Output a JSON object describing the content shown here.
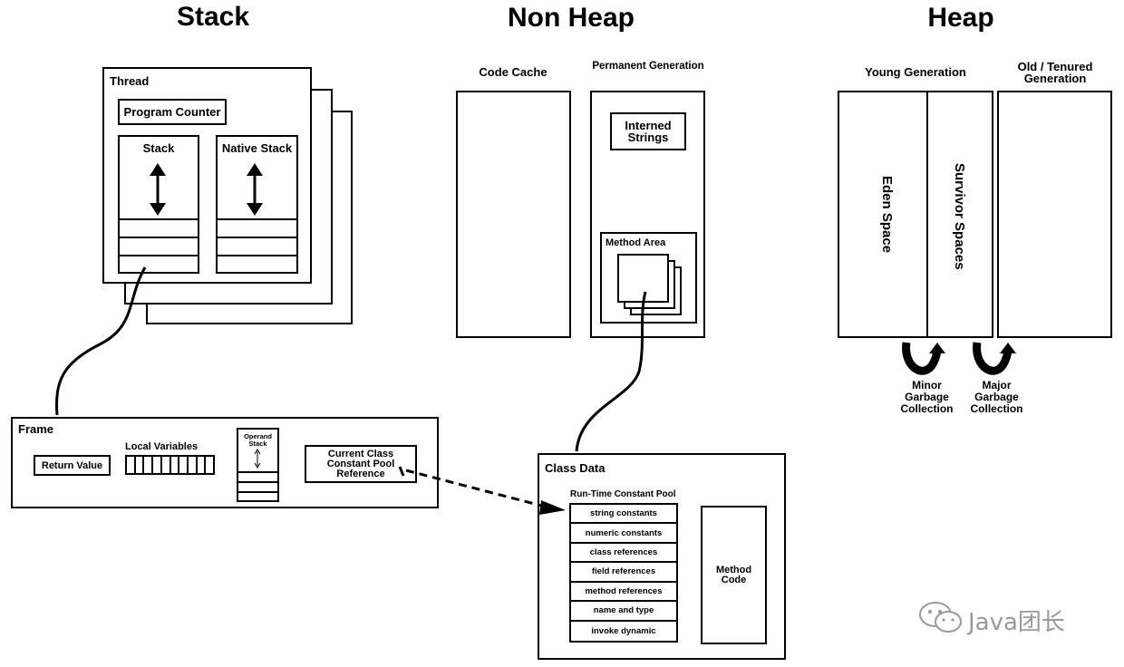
{
  "headings": {
    "stack": "Stack",
    "non_heap": "Non Heap",
    "heap": "Heap"
  },
  "thread": {
    "label": "Thread",
    "program_counter": "Program Counter",
    "stack": "Stack",
    "native_stack": "Native Stack"
  },
  "non_heap": {
    "code_cache": "Code Cache",
    "permanent_generation": "Permanent Generation",
    "interned_strings": "Interned Strings",
    "method_area": "Method Area"
  },
  "heap": {
    "young_generation": "Young Generation",
    "old_generation": "Old / Tenured Generation",
    "eden_space": "Eden Space",
    "survivor_spaces": "Survivor Spaces",
    "minor_gc": "Minor Garbage Collection",
    "major_gc": "Major Garbage Collection"
  },
  "frame": {
    "label": "Frame",
    "return_value": "Return Value",
    "local_variables": "Local Variables",
    "operand_stack": "Operand Stack",
    "current_class_pool": "Current Class Constant Pool Reference"
  },
  "class_data": {
    "label": "Class Data",
    "runtime_constant_pool": "Run-Time Constant Pool",
    "pool_items": [
      "string constants",
      "numeric constants",
      "class references",
      "field references",
      "method references",
      "name and type",
      "invoke dynamic"
    ],
    "method_code": "Method Code"
  },
  "watermark": "Java团长"
}
